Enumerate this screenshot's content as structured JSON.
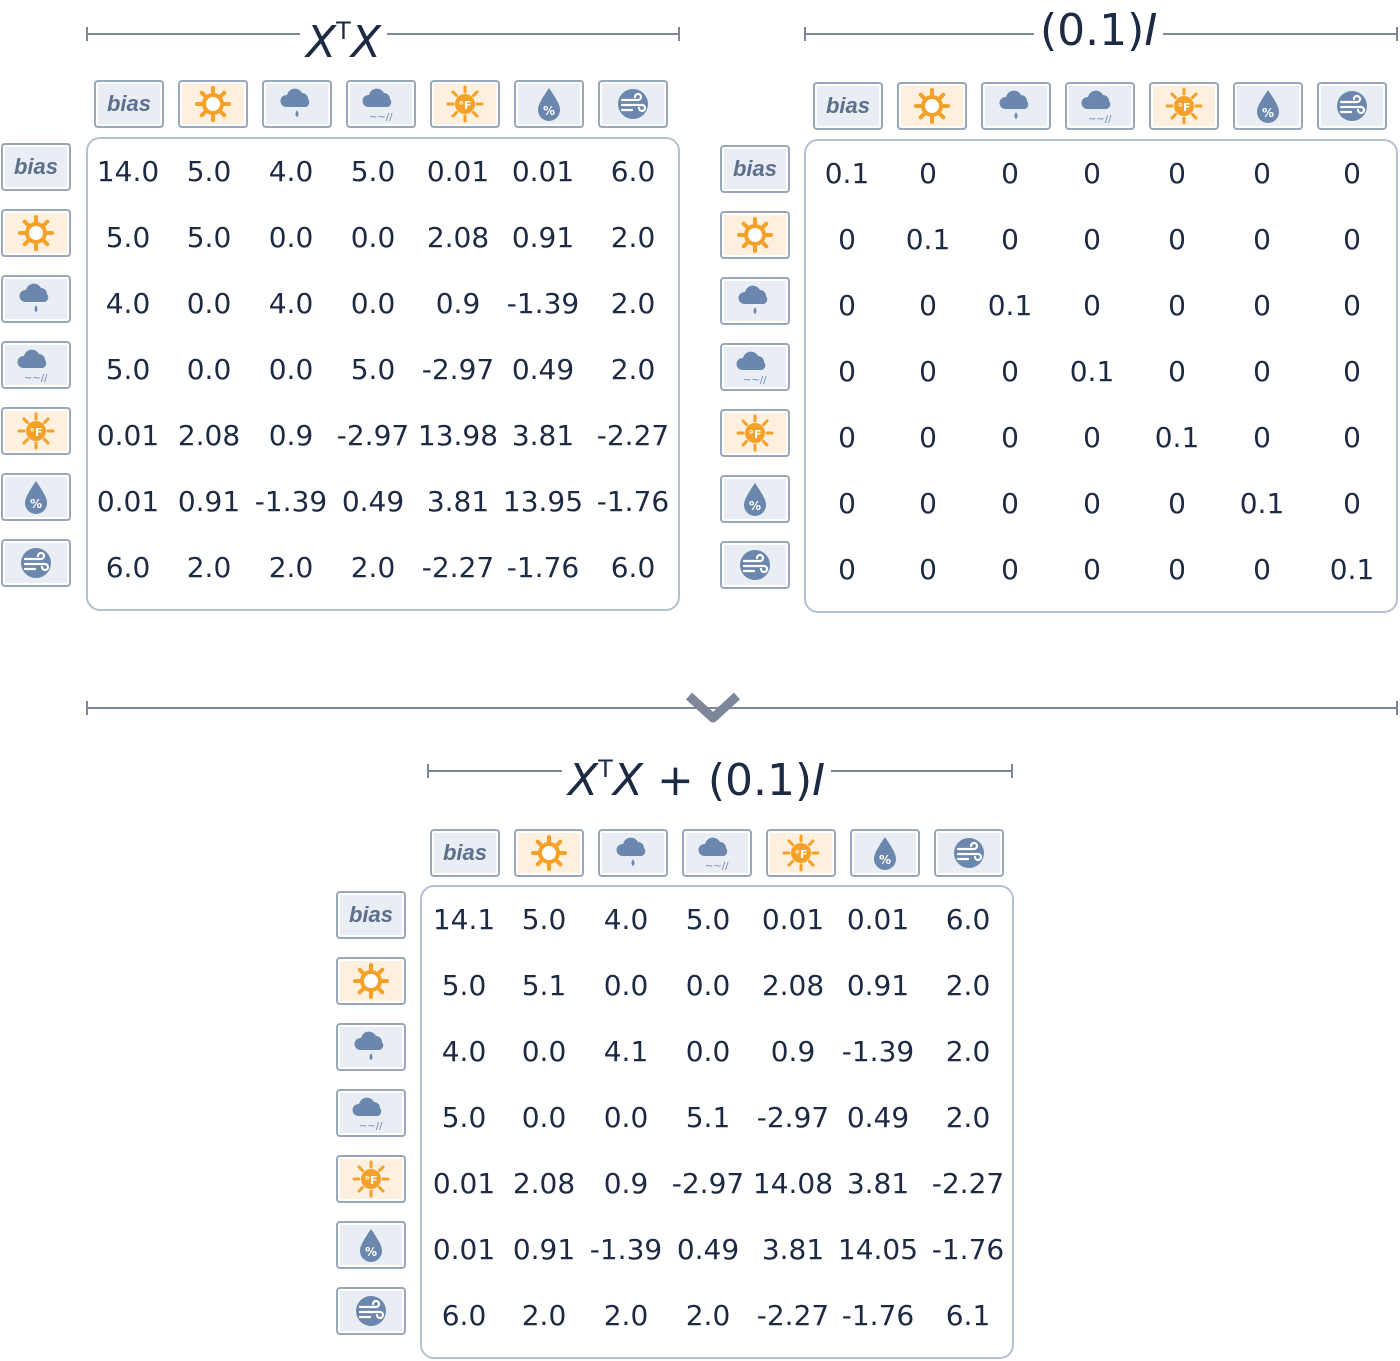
{
  "headers": [
    "bias",
    "sun",
    "cloud-rain",
    "cloud-snow",
    "temperature",
    "humidity",
    "wind"
  ],
  "bias_label": "bias",
  "colors": {
    "ink": "#1d2a44",
    "icon_blue": "#6c87ad",
    "icon_orange": "#f4a12a",
    "frame": "#9aa7b9"
  },
  "matrices": [
    {
      "id": "xtx",
      "title": {
        "a": "X",
        "sup": "T",
        "b": "X"
      },
      "rows": [
        [
          "14.0",
          "5.0",
          "4.0",
          "5.0",
          "0.01",
          "0.01",
          "6.0"
        ],
        [
          "5.0",
          "5.0",
          "0.0",
          "0.0",
          "2.08",
          "0.91",
          "2.0"
        ],
        [
          "4.0",
          "0.0",
          "4.0",
          "0.0",
          "0.9",
          "-1.39",
          "2.0"
        ],
        [
          "5.0",
          "0.0",
          "0.0",
          "5.0",
          "-2.97",
          "0.49",
          "2.0"
        ],
        [
          "0.01",
          "2.08",
          "0.9",
          "-2.97",
          "13.98",
          "3.81",
          "-2.27"
        ],
        [
          "0.01",
          "0.91",
          "-1.39",
          "0.49",
          "3.81",
          "13.95",
          "-1.76"
        ],
        [
          "6.0",
          "2.0",
          "2.0",
          "2.0",
          "-2.27",
          "-1.76",
          "6.0"
        ]
      ]
    },
    {
      "id": "ident",
      "title": {
        "text": "(0.1)",
        "italic": "I"
      },
      "rows": [
        [
          "0.1",
          "0",
          "0",
          "0",
          "0",
          "0",
          "0"
        ],
        [
          "0",
          "0.1",
          "0",
          "0",
          "0",
          "0",
          "0"
        ],
        [
          "0",
          "0",
          "0.1",
          "0",
          "0",
          "0",
          "0"
        ],
        [
          "0",
          "0",
          "0",
          "0.1",
          "0",
          "0",
          "0"
        ],
        [
          "0",
          "0",
          "0",
          "0",
          "0.1",
          "0",
          "0"
        ],
        [
          "0",
          "0",
          "0",
          "0",
          "0",
          "0.1",
          "0"
        ],
        [
          "0",
          "0",
          "0",
          "0",
          "0",
          "0",
          "0.1"
        ]
      ]
    },
    {
      "id": "sum",
      "title": {
        "a": "X",
        "sup": "T",
        "b": "X",
        "plus": " + (0.1)",
        "italic": "I"
      },
      "rows": [
        [
          "14.1",
          "5.0",
          "4.0",
          "5.0",
          "0.01",
          "0.01",
          "6.0"
        ],
        [
          "5.0",
          "5.1",
          "0.0",
          "0.0",
          "2.08",
          "0.91",
          "2.0"
        ],
        [
          "4.0",
          "0.0",
          "4.1",
          "0.0",
          "0.9",
          "-1.39",
          "2.0"
        ],
        [
          "5.0",
          "0.0",
          "0.0",
          "5.1",
          "-2.97",
          "0.49",
          "2.0"
        ],
        [
          "0.01",
          "2.08",
          "0.9",
          "-2.97",
          "14.08",
          "3.81",
          "-2.27"
        ],
        [
          "0.01",
          "0.91",
          "-1.39",
          "0.49",
          "3.81",
          "14.05",
          "-1.76"
        ],
        [
          "6.0",
          "2.0",
          "2.0",
          "2.0",
          "-2.27",
          "-1.76",
          "6.1"
        ]
      ]
    }
  ]
}
